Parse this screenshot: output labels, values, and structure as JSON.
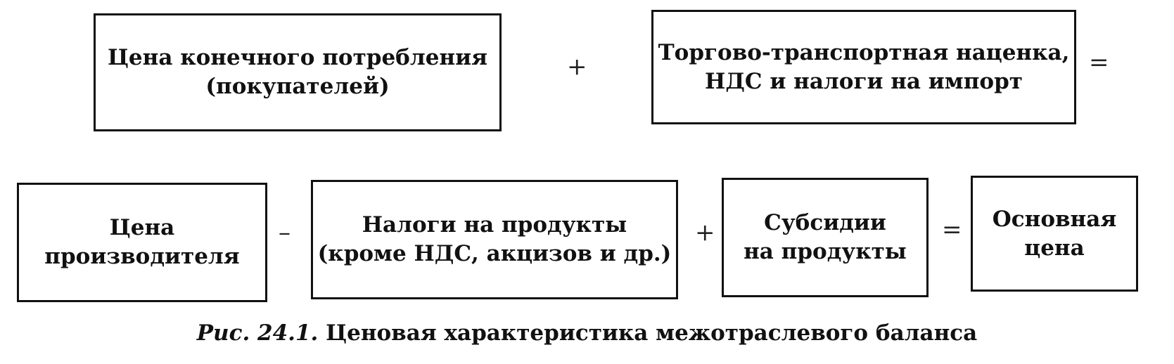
{
  "row1": {
    "box_a": {
      "line1": "Цена конечного потребления",
      "line2": "(покупателей)"
    },
    "op_1": "+",
    "box_b": {
      "line1": "Торгово-транспортная наценка,",
      "line2": "НДС и налоги на импорт"
    },
    "op_2": "="
  },
  "row2": {
    "box_c": {
      "line1": "Цена",
      "line2": "производителя"
    },
    "op_3": "–",
    "box_d": {
      "line1": "Налоги на продукты",
      "line2": "(кроме НДС, акцизов и др.)"
    },
    "op_4": "+",
    "box_e": {
      "line1": "Субсидии",
      "line2": "на продукты"
    },
    "op_5": "=",
    "box_f": {
      "line1": "Основная",
      "line2": "цена"
    }
  },
  "caption": {
    "label": "Рис. 24.1.",
    "text": " Ценовая характеристика межотраслевого баланса"
  }
}
